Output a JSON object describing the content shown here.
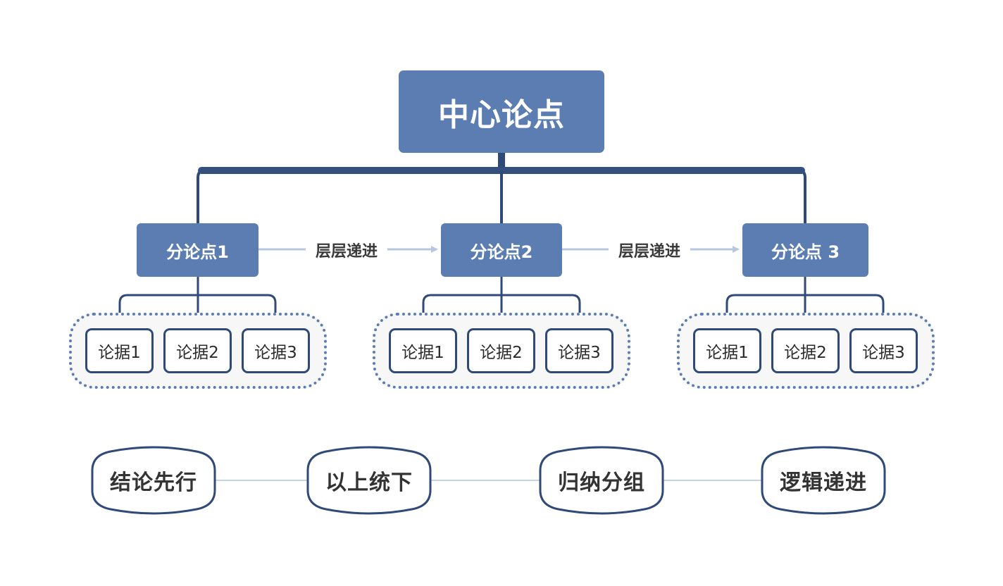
{
  "central_point": "中心论点",
  "sub_points": [
    {
      "label": "分论点1",
      "evidence": [
        "论据1",
        "论据2",
        "论据3"
      ]
    },
    {
      "label": "分论点2",
      "evidence": [
        "论据1",
        "论据2",
        "论据3"
      ]
    },
    {
      "label": "分论点 3",
      "evidence": [
        "论据1",
        "论据2",
        "论据3"
      ]
    }
  ],
  "arrow_labels": [
    "层层递进",
    "层层递进"
  ],
  "principles": [
    "结论先行",
    "以上统下",
    "归纳分组",
    "逻辑递进"
  ],
  "colors": {
    "box_fill": "#5b7db1",
    "connector": "#2f4a78",
    "arrow": "#b7c7de",
    "group_border": "#5b7db1"
  }
}
